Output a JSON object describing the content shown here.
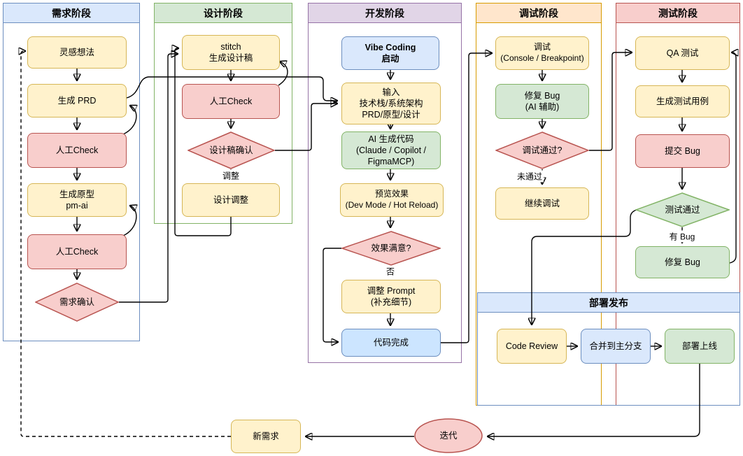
{
  "phases": {
    "requirements": {
      "title": "需求阶段"
    },
    "design": {
      "title": "设计阶段"
    },
    "development": {
      "title": "开发阶段"
    },
    "debugging": {
      "title": "调试阶段"
    },
    "testing": {
      "title": "测试阶段"
    },
    "deployment": {
      "title": "部署发布"
    }
  },
  "nodes": {
    "idea": {
      "label": "灵感想法"
    },
    "gen_prd": {
      "label": "生成 PRD"
    },
    "manual_check_1": {
      "label": "人工Check"
    },
    "gen_prototype": {
      "label": "生成原型\npm-ai"
    },
    "manual_check_2": {
      "label": "人工Check"
    },
    "req_confirm": {
      "label": "需求确认"
    },
    "stitch": {
      "label": "stitch\n生成设计稿"
    },
    "manual_check_3": {
      "label": "人工Check"
    },
    "design_confirm": {
      "label": "设计稿确认"
    },
    "design_adjust": {
      "label": "设计调整"
    },
    "vibe_start": {
      "label": "Vibe Coding\n启动"
    },
    "dev_input": {
      "label": "输入\n技术栈/系统架构\nPRD/原型/设计"
    },
    "ai_codegen": {
      "label": "AI 生成代码\n(Claude / Copilot /\nFigmaMCP)"
    },
    "preview": {
      "label": "预览效果\n(Dev Mode / Hot Reload)"
    },
    "satisfied": {
      "label": "效果满意?"
    },
    "adjust_prompt": {
      "label": "调整 Prompt\n(补充细节)"
    },
    "code_done": {
      "label": "代码完成"
    },
    "debug": {
      "label": "调试\n(Console / Breakpoint)"
    },
    "fix_bug_ai": {
      "label": "修复 Bug\n(AI 辅助)"
    },
    "debug_pass": {
      "label": "调试通过?"
    },
    "continue_debug": {
      "label": "继续调试"
    },
    "qa_test": {
      "label": "QA 测试"
    },
    "gen_testcase": {
      "label": "生成测试用例"
    },
    "submit_bug": {
      "label": "提交 Bug"
    },
    "test_pass": {
      "label": "测试通过"
    },
    "fix_bug": {
      "label": "修复 Bug"
    },
    "code_review": {
      "label": "Code Review"
    },
    "merge_main": {
      "label": "合并到主分支"
    },
    "deploy_online": {
      "label": "部署上线"
    },
    "new_req": {
      "label": "新需求"
    },
    "iterate": {
      "label": "迭代"
    }
  },
  "edge_labels": {
    "adjust": "调整",
    "no": "否",
    "not_passed": "未通过",
    "has_bug": "有 Bug"
  },
  "colors": {
    "yellow_fill": "#fff2cc",
    "yellow_stroke": "#d6b656",
    "red_fill": "#f8cecc",
    "red_stroke": "#b85450",
    "green_fill": "#d5e8d4",
    "green_stroke": "#82b366",
    "blue_fill": "#dae8fc",
    "blue_stroke": "#6c8ebf",
    "purple_fill": "#e1d5e7",
    "purple_stroke": "#9673a6",
    "orange_fill": "#ffe6cc",
    "orange_stroke": "#d79b00",
    "bright_blue_fill": "#cce5ff",
    "edge_color": "#000000"
  }
}
